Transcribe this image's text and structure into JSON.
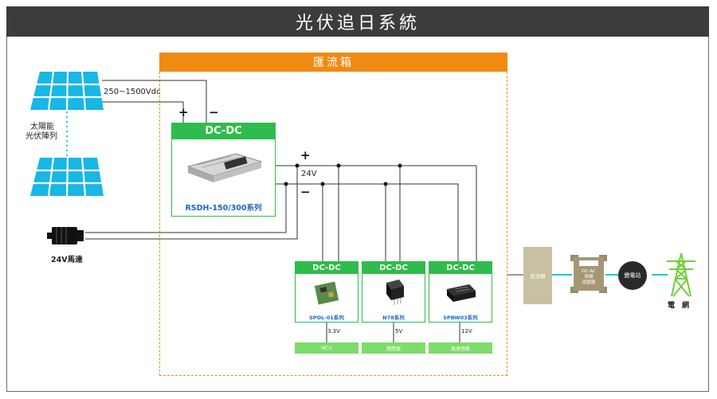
{
  "title": "光伏追日系統",
  "combiner_box": {
    "title": "匯流箱"
  },
  "pv": {
    "voltage": "250~1500Vdc",
    "label_line1": "太陽能",
    "label_line2": "光伏陣列"
  },
  "main_dcdc": {
    "header": "DC-DC",
    "name": "RSDH-150/300系列",
    "plus": "+",
    "minus": "−"
  },
  "bus": {
    "plus": "+",
    "minus": "−",
    "voltage": "24V"
  },
  "motor": {
    "label": "24V馬達"
  },
  "modules": [
    {
      "header": "DC-DC",
      "name": "SPOL-01系列",
      "out_voltage": "3.3V",
      "load": "MCU"
    },
    {
      "header": "DC-DC",
      "name": "N78系列",
      "out_voltage": "5V",
      "load": "感應器"
    },
    {
      "header": "DC-DC",
      "name": "SPBW03系列",
      "out_voltage": "12V",
      "load": "風速感應"
    }
  ],
  "chain": {
    "combiner": "直流櫃",
    "inverter_line1": "DC-AC",
    "inverter_line2": "併網",
    "inverter_line3": "逆變器",
    "substation": "變電站",
    "grid": "電　網"
  },
  "colors": {
    "green": "#2ebd4c",
    "orange": "#f08a12",
    "cyan": "#17c6e8",
    "title_bg": "#3c3c3c",
    "blue_text": "#1a66c9"
  }
}
